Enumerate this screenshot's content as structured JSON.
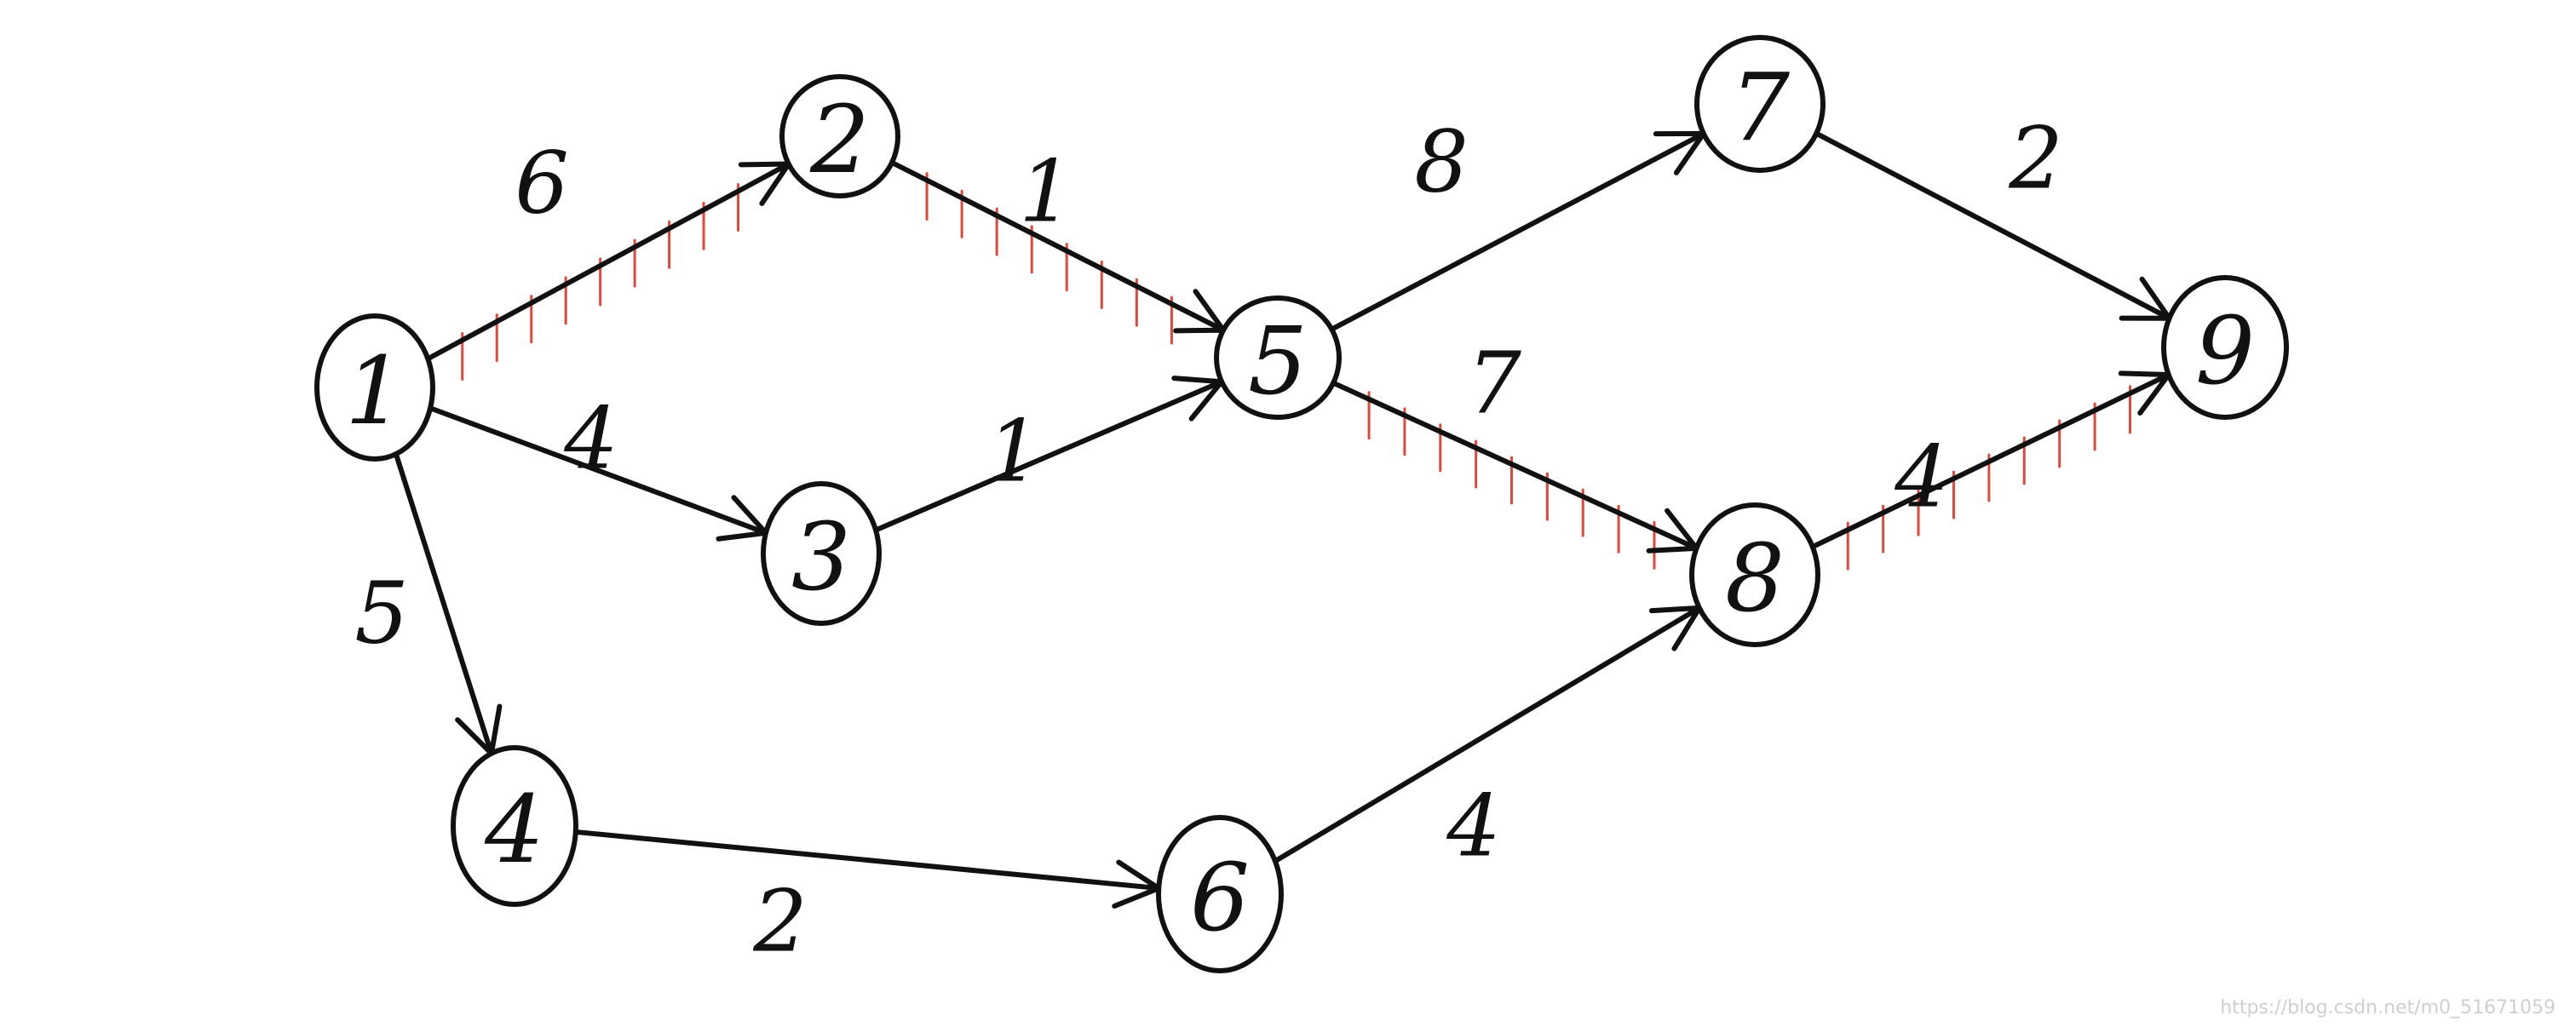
{
  "diagram": {
    "kind": "weighted directed graph",
    "colors": {
      "ink": "#111111",
      "critical_mark": "#e0483c",
      "watermark": "#cfcfcf"
    },
    "nodes": [
      {
        "id": "1",
        "label": "1"
      },
      {
        "id": "2",
        "label": "2"
      },
      {
        "id": "3",
        "label": "3"
      },
      {
        "id": "4",
        "label": "4"
      },
      {
        "id": "5",
        "label": "5"
      },
      {
        "id": "6",
        "label": "6"
      },
      {
        "id": "7",
        "label": "7"
      },
      {
        "id": "8",
        "label": "8"
      },
      {
        "id": "9",
        "label": "9"
      }
    ],
    "edges": [
      {
        "from": "1",
        "to": "2",
        "weight": "6",
        "critical": true
      },
      {
        "from": "1",
        "to": "3",
        "weight": "4",
        "critical": false
      },
      {
        "from": "1",
        "to": "4",
        "weight": "5",
        "critical": false
      },
      {
        "from": "2",
        "to": "5",
        "weight": "1",
        "critical": true
      },
      {
        "from": "3",
        "to": "5",
        "weight": "1",
        "critical": false
      },
      {
        "from": "4",
        "to": "6",
        "weight": "2",
        "critical": false
      },
      {
        "from": "5",
        "to": "7",
        "weight": "8",
        "critical": false
      },
      {
        "from": "5",
        "to": "8",
        "weight": "7",
        "critical": true
      },
      {
        "from": "6",
        "to": "8",
        "weight": "4",
        "critical": false
      },
      {
        "from": "7",
        "to": "9",
        "weight": "2",
        "critical": false
      },
      {
        "from": "8",
        "to": "9",
        "weight": "4",
        "critical": true
      }
    ]
  },
  "watermark": "https://blog.csdn.net/m0_51671059"
}
